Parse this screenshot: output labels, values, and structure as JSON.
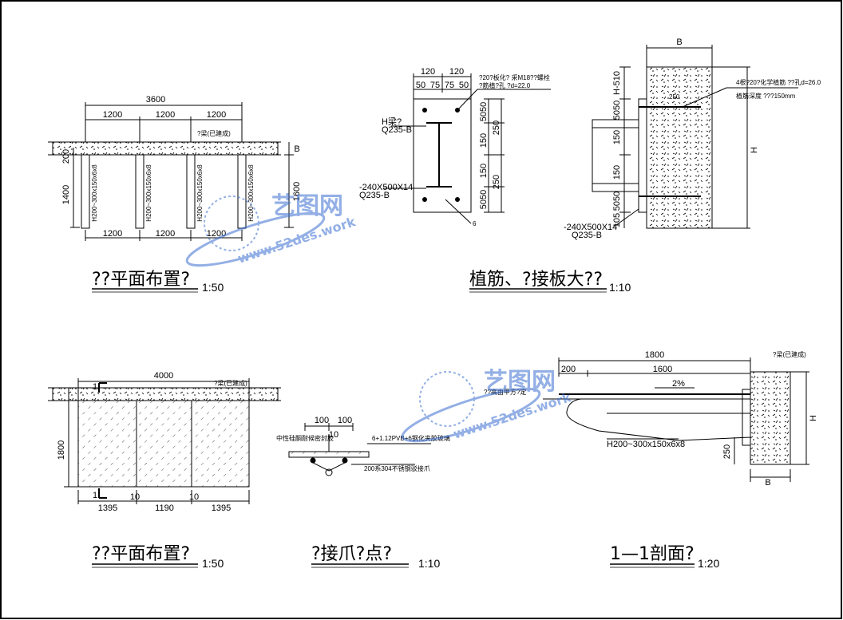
{
  "frame": {
    "border_color": "#000000",
    "background": "#ffffff"
  },
  "watermark": {
    "brand": "艺图网",
    "url": "www.52des.work",
    "color": "#3b6fd0"
  },
  "drawing1": {
    "title": "??平面布置?",
    "scale": "1:50",
    "dims": {
      "total": "3600",
      "span1": "1200",
      "span2": "1200",
      "span3": "1200",
      "bot1": "1200",
      "bot2": "1200",
      "bot3": "1200",
      "left_top": "200",
      "left_main": "1400",
      "right_main": "1600",
      "right_b": "B"
    },
    "beam_label": "H200~300x150x6x8",
    "note": "?梁(已建成)"
  },
  "drawing2": {
    "title": "植筋、?接板大??",
    "scale": "1:10",
    "dims": {
      "top1": "120",
      "top2": "120",
      "sub1": "50",
      "sub2": "75",
      "sub3": "75",
      "sub4": "50",
      "v1": "5050",
      "v2": "250",
      "v3": "150",
      "v4": "150",
      "v5": "250",
      "v6": "5050"
    },
    "note1": "?20?板化? 采M18??螺栓",
    "note2": "?筋植?孔 ?d=22.0",
    "label_h": "H梁?",
    "label_mat": "Q235-B",
    "plate": "-240X500X14",
    "plate_mat": "Q235-B",
    "weld": "6"
  },
  "drawing3": {
    "dims": {
      "top": "B",
      "h": "H",
      "v_top": "H-510",
      "v1": "5050",
      "v2": "150",
      "v3": "150",
      "v4": "5050",
      "v5": "105",
      "a": "250"
    },
    "note1": "4根?20?化学植筋 ??孔d=26.0",
    "note2": "植筋深度 ???150mm",
    "plate": "-240X500X14",
    "plate_mat": "Q235-B"
  },
  "drawing4": {
    "title": "??平面布置?",
    "scale": "1:50",
    "dims": {
      "total": "4000",
      "left": "1800",
      "b1": "1395",
      "b2": "1190",
      "b3": "1395",
      "gap1": "10",
      "gap2": "10"
    },
    "section": "1",
    "note": "?梁(已建成)"
  },
  "drawing5": {
    "title": "?接爪?点?",
    "scale": "1:10",
    "dims": {
      "a": "100",
      "b": "100",
      "c": "10"
    },
    "note1": "中性硅酮耐候密封胶",
    "note2": "6+1.12PVB+6钢化夹胶玻璃",
    "note3": "200系304不锈钢驳接爪"
  },
  "drawing6": {
    "title": "1—1剖面?",
    "scale": "1:20",
    "dims": {
      "total": "1800",
      "a": "200",
      "b": "1600",
      "slope": "2%",
      "h": "H",
      "v": "250",
      "bw": "B"
    },
    "note1": "?梁(已建成)",
    "note2": "??高由甲方?定",
    "beam": "H200~300x150x6x8"
  }
}
